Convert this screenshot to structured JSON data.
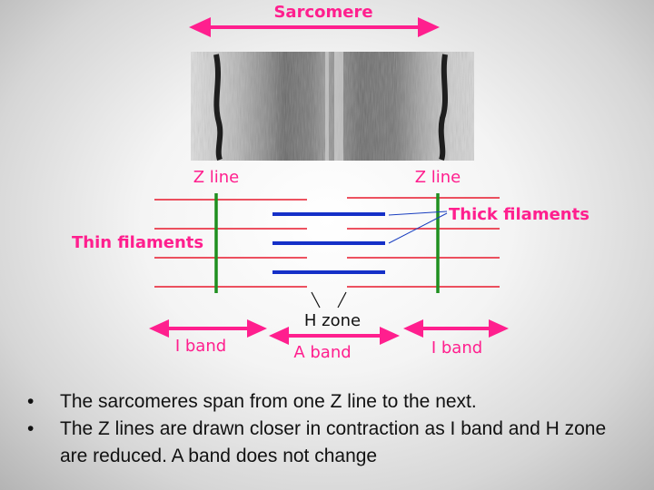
{
  "diagram": {
    "labels": {
      "sarcomere": "Sarcomere",
      "z_line_left": "Z line",
      "z_line_right": "Z line",
      "thick_filaments": "Thick filaments",
      "thin_filaments": "Thin filaments",
      "h_zone": "H zone",
      "i_band_left": "I band",
      "a_band": "A band",
      "i_band_right": "I band"
    },
    "colors": {
      "arrow": "#ff1f8e",
      "thin_filament": "#e8192c",
      "thick_filament": "#1530c8",
      "z_line": "#1f8f1f",
      "pointer": "#1a3fc0"
    },
    "micrograph": "electron micrograph of a sarcomere (grayscale striations)"
  },
  "bullets": [
    "The sarcomeres span from one Z line to the next.",
    "The Z lines are drawn closer in contraction as I band and H zone are reduced. A band does not change"
  ]
}
